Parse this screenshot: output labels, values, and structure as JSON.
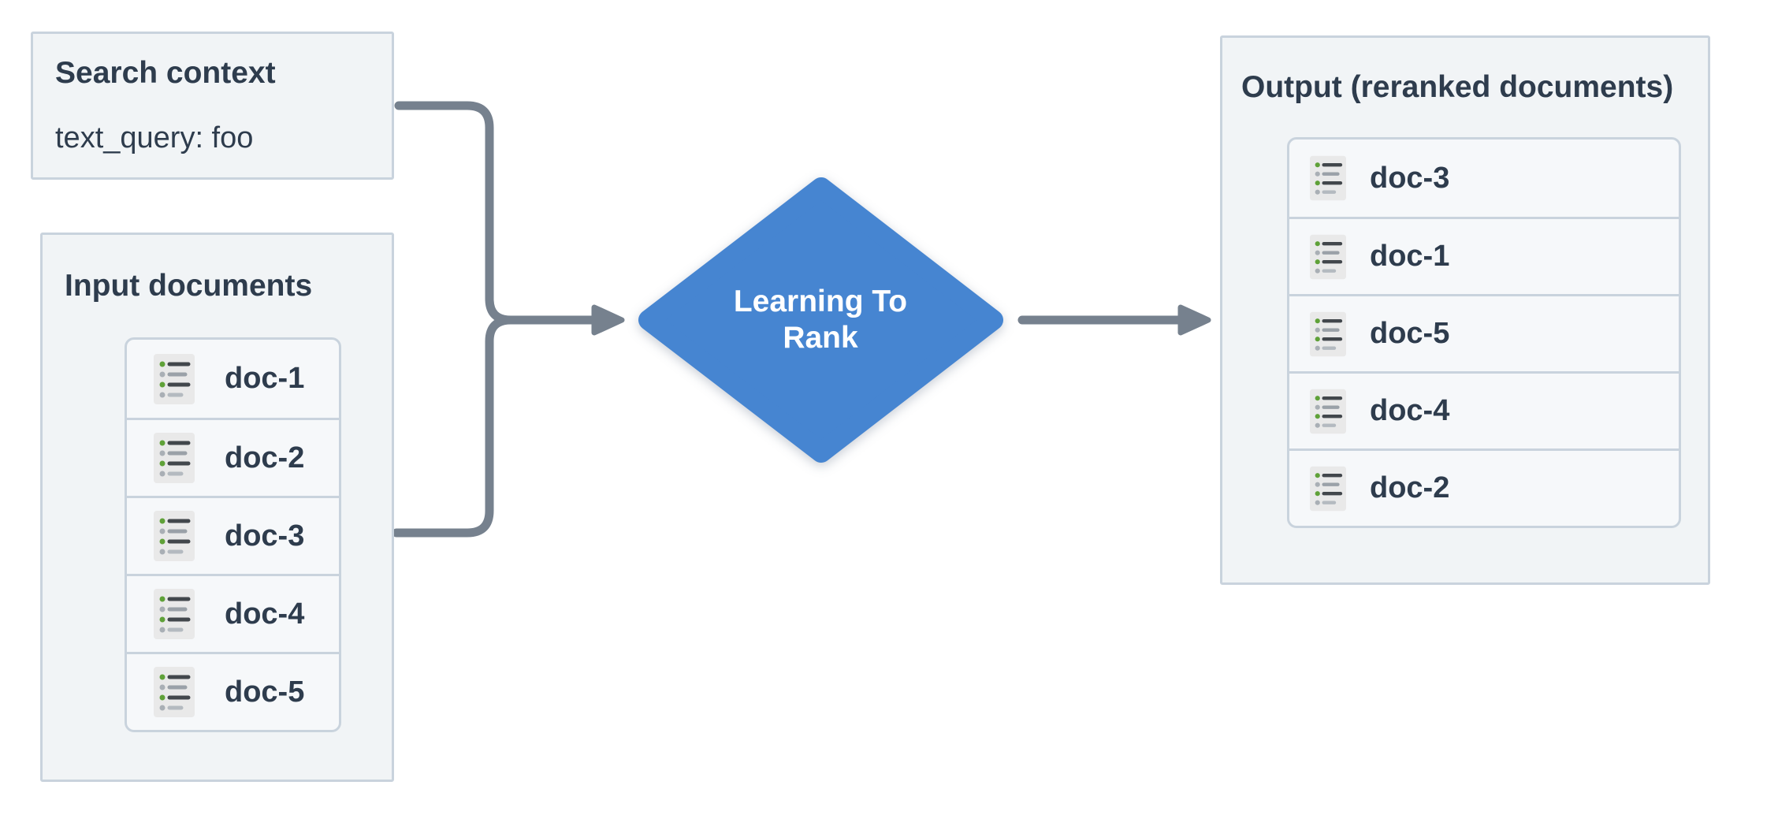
{
  "search_context": {
    "title": "Search context",
    "query": "text_query: foo"
  },
  "input_documents": {
    "title": "Input documents",
    "items": [
      "doc-1",
      "doc-2",
      "doc-3",
      "doc-4",
      "doc-5"
    ]
  },
  "diamond": {
    "label": "Learning To Rank",
    "lines": [
      "Learning To",
      "Rank"
    ]
  },
  "output_documents": {
    "title": "Output (reranked documents)",
    "items": [
      "doc-3",
      "doc-1",
      "doc-5",
      "doc-4",
      "doc-2"
    ]
  },
  "icons": {
    "doc_icon": "bulleted-list-icon"
  },
  "colors": {
    "background": "#ffffff",
    "box_fill": "#f1f4f6",
    "box_border": "#c9d3dd",
    "list_fill": "#f6f8fa",
    "text_dark": "#2e3c4d",
    "connector_gray": "#76818e",
    "diamond_blue": "#4685d1",
    "diamond_text": "#ffffff",
    "icon_tile": "#e9e9e9",
    "icon_bullet_green": "#5fa138",
    "icon_bullet_gray": "#a9afb5",
    "icon_line_dark": "#42474c",
    "icon_line_mid": "#9aa1a8",
    "icon_line_light": "#b4bac0"
  }
}
